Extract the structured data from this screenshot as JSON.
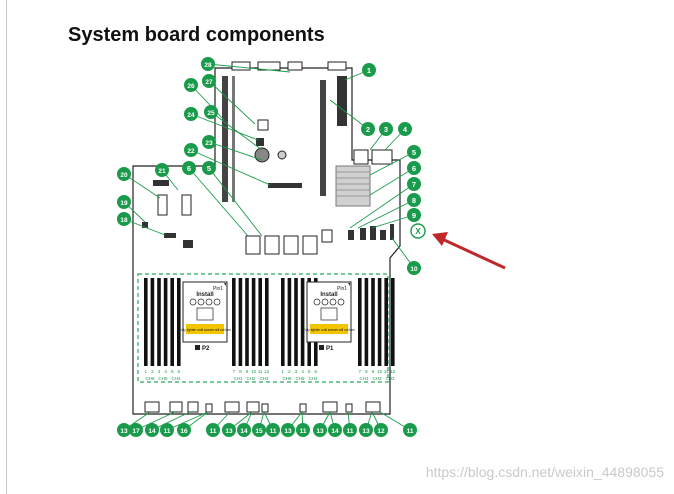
{
  "page": {
    "heading": "System board components",
    "watermark": "https://blog.csdn.net/weixin_44898055"
  },
  "colors": {
    "callout_green": "#1a9b4b",
    "board_line": "#222222",
    "dimm_frame": "#2aa660",
    "pointer_red": "#c0282a",
    "label_yellow": "#f2c500"
  },
  "icons": {
    "pointer": "red-arrow-icon",
    "x_marker": "x-circle-icon"
  },
  "cpu_blocks": [
    {
      "title": "Install",
      "warning": "Fully tighten until screws will not turn",
      "corner": "Pin1",
      "socket_label": "P2"
    },
    {
      "title": "Install",
      "warning": "Fully tighten until screws will not turn",
      "corner": "Pin1",
      "socket_label": "P1"
    }
  ],
  "dimm_channel_labels": {
    "left": [
      "CH6",
      "CH5",
      "CH4"
    ],
    "mid_left": [
      "CH1",
      "CH2",
      "CH3"
    ],
    "mid_right": [
      "CH6",
      "CH5",
      "CH4"
    ],
    "right": [
      "CH1",
      "CH2",
      "CH3"
    ]
  },
  "dimm_slot_numbers": {
    "left": [
      "1",
      "2",
      "3",
      "4",
      "5",
      "6"
    ],
    "mid_left": [
      "7",
      "8",
      "9",
      "10",
      "11",
      "12"
    ],
    "mid_right": [
      "1",
      "2",
      "3",
      "4",
      "5",
      "6"
    ],
    "right": [
      "7",
      "8",
      "9",
      "10",
      "11",
      "12"
    ]
  },
  "callouts": [
    {
      "text": "1"
    },
    {
      "text": "2"
    },
    {
      "text": "3"
    },
    {
      "text": "4"
    },
    {
      "text": "5"
    },
    {
      "text": "6"
    },
    {
      "text": "7"
    },
    {
      "text": "8"
    },
    {
      "text": "9"
    },
    {
      "text": "10"
    },
    {
      "text": "28"
    },
    {
      "text": "27"
    },
    {
      "text": "26"
    },
    {
      "text": "25"
    },
    {
      "text": "24"
    },
    {
      "text": "23"
    },
    {
      "text": "22"
    },
    {
      "text": "21"
    },
    {
      "text": "20"
    },
    {
      "text": "6"
    },
    {
      "text": "5"
    },
    {
      "text": "19"
    },
    {
      "text": "18"
    },
    {
      "text": "X"
    },
    {
      "text": "13"
    },
    {
      "text": "17"
    },
    {
      "text": "14"
    },
    {
      "text": "11"
    },
    {
      "text": "16"
    },
    {
      "text": "11"
    },
    {
      "text": "13"
    },
    {
      "text": "14"
    },
    {
      "text": "15"
    },
    {
      "text": "11"
    },
    {
      "text": "13"
    },
    {
      "text": "11"
    },
    {
      "text": "13"
    },
    {
      "text": "14"
    },
    {
      "text": "11"
    },
    {
      "text": "13"
    },
    {
      "text": "12"
    },
    {
      "text": "11"
    }
  ]
}
